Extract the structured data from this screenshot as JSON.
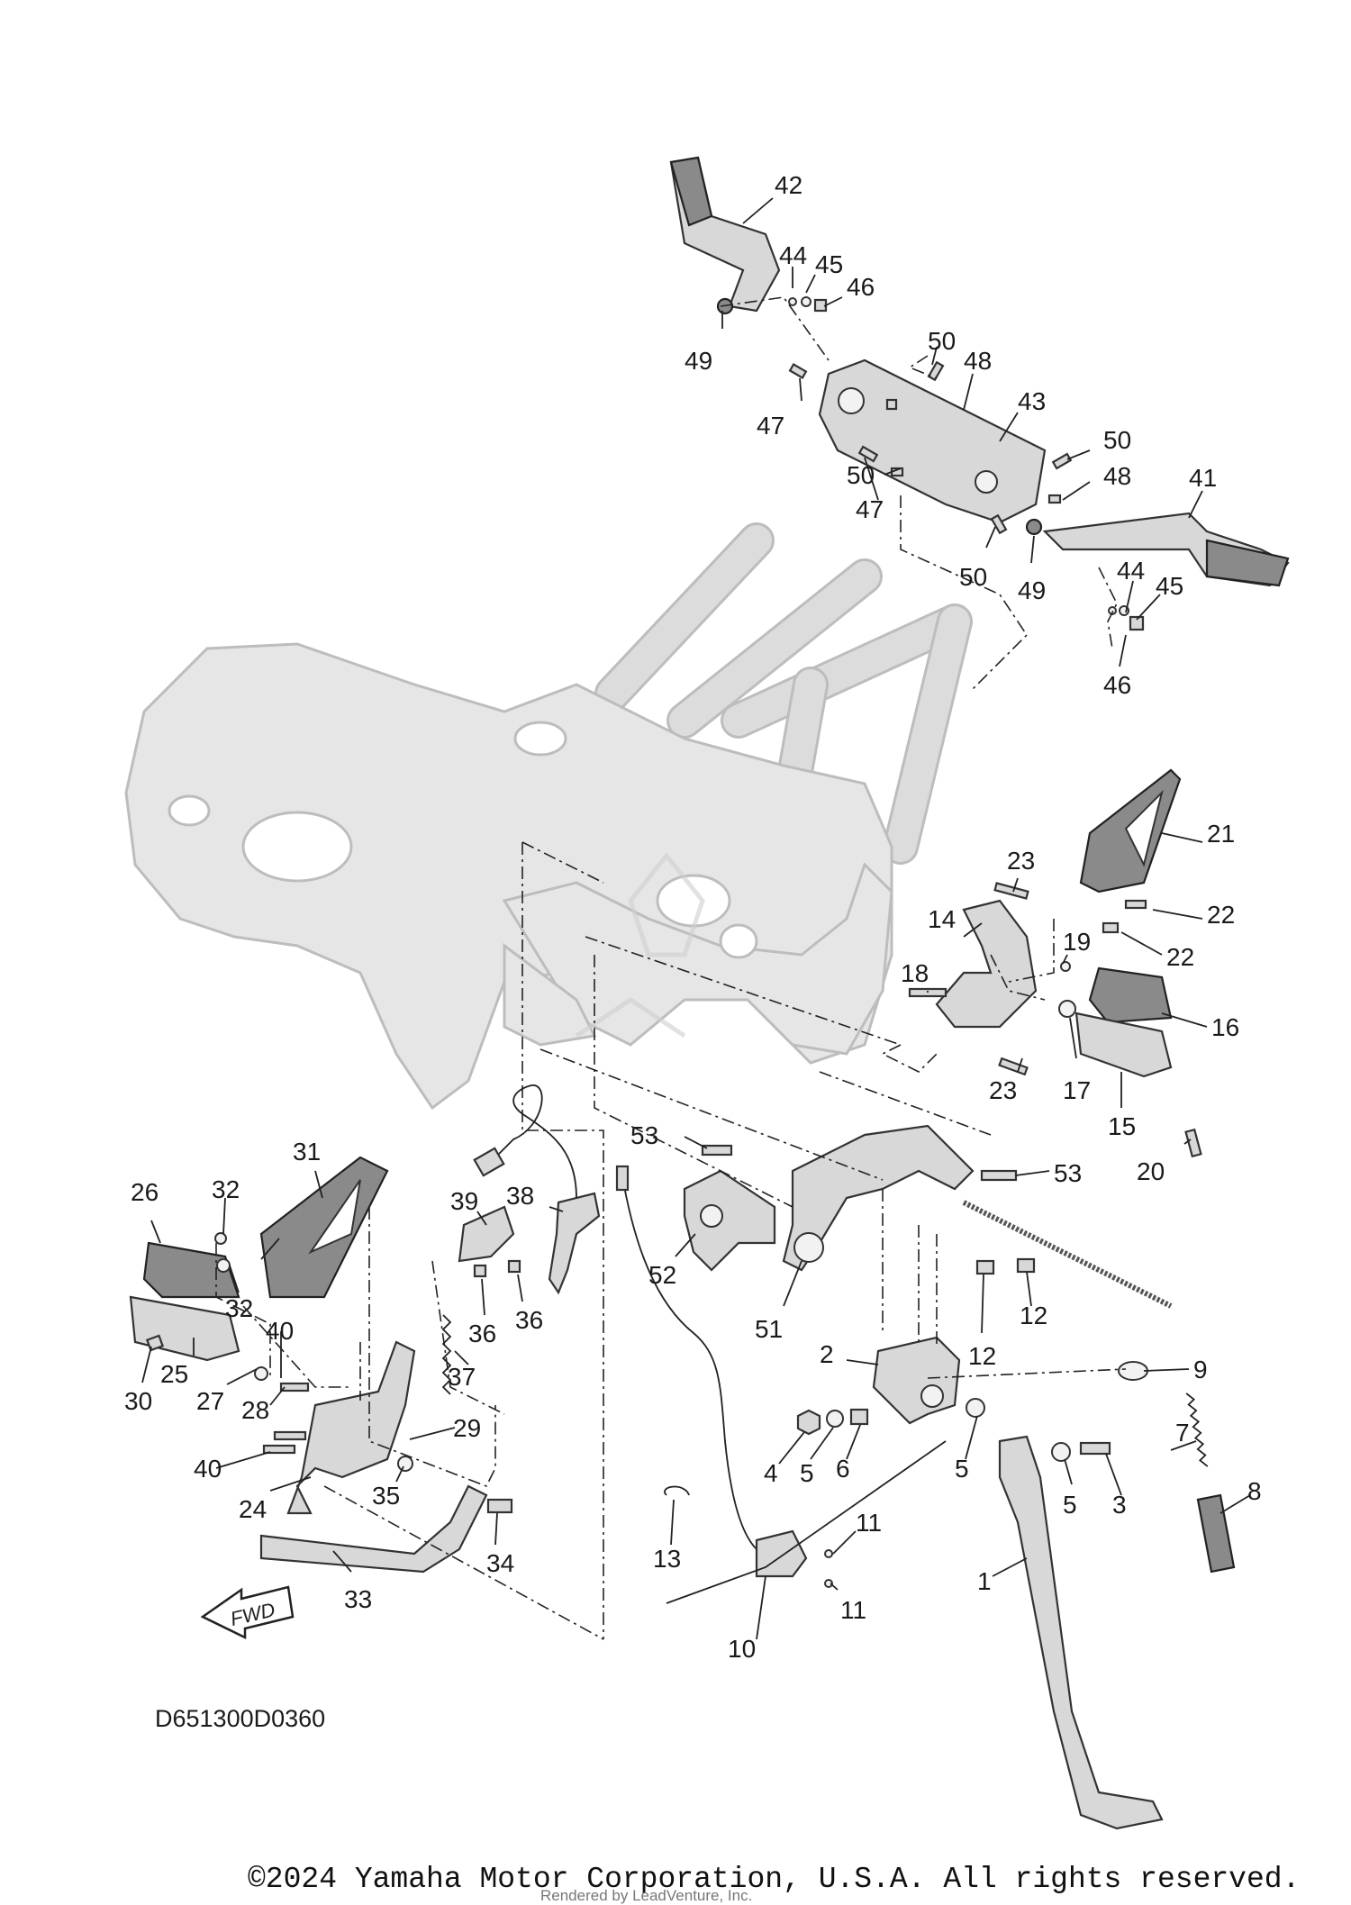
{
  "diagram_code": "D651300D0360",
  "copyright": "©2024 Yamaha Motor Corporation, U.S.A. All rights reserved.",
  "rendered_by": "Rendered by LeadVenture, Inc.",
  "direction_marker": "FWD",
  "callouts": {
    "c1": "1",
    "c2": "2",
    "c3": "3",
    "c4": "4",
    "c5a": "5",
    "c5b": "5",
    "c5c": "5",
    "c6": "6",
    "c7": "7",
    "c8": "8",
    "c9": "9",
    "c10": "10",
    "c11a": "11",
    "c11b": "11",
    "c12a": "12",
    "c12b": "12",
    "c13": "13",
    "c14": "14",
    "c15": "15",
    "c16": "16",
    "c17": "17",
    "c18": "18",
    "c19": "19",
    "c20": "20",
    "c21": "21",
    "c22a": "22",
    "c22b": "22",
    "c23a": "23",
    "c23b": "23",
    "c24": "24",
    "c25": "25",
    "c26": "26",
    "c27": "27",
    "c28": "28",
    "c29": "29",
    "c30": "30",
    "c31": "31",
    "c32a": "32",
    "c32b": "32",
    "c33": "33",
    "c34": "34",
    "c35": "35",
    "c36a": "36",
    "c36b": "36",
    "c37": "37",
    "c38": "38",
    "c39": "39",
    "c40a": "40",
    "c40b": "40",
    "c41": "41",
    "c42": "42",
    "c43": "43",
    "c44a": "44",
    "c44b": "44",
    "c45a": "45",
    "c45b": "45",
    "c46a": "46",
    "c46b": "46",
    "c47a": "47",
    "c47b": "47",
    "c48a": "48",
    "c48b": "48",
    "c49a": "49",
    "c49b": "49",
    "c50a": "50",
    "c50b": "50",
    "c50c": "50",
    "c50d": "50",
    "c51": "51",
    "c52": "52",
    "c53a": "53",
    "c53b": "53"
  }
}
